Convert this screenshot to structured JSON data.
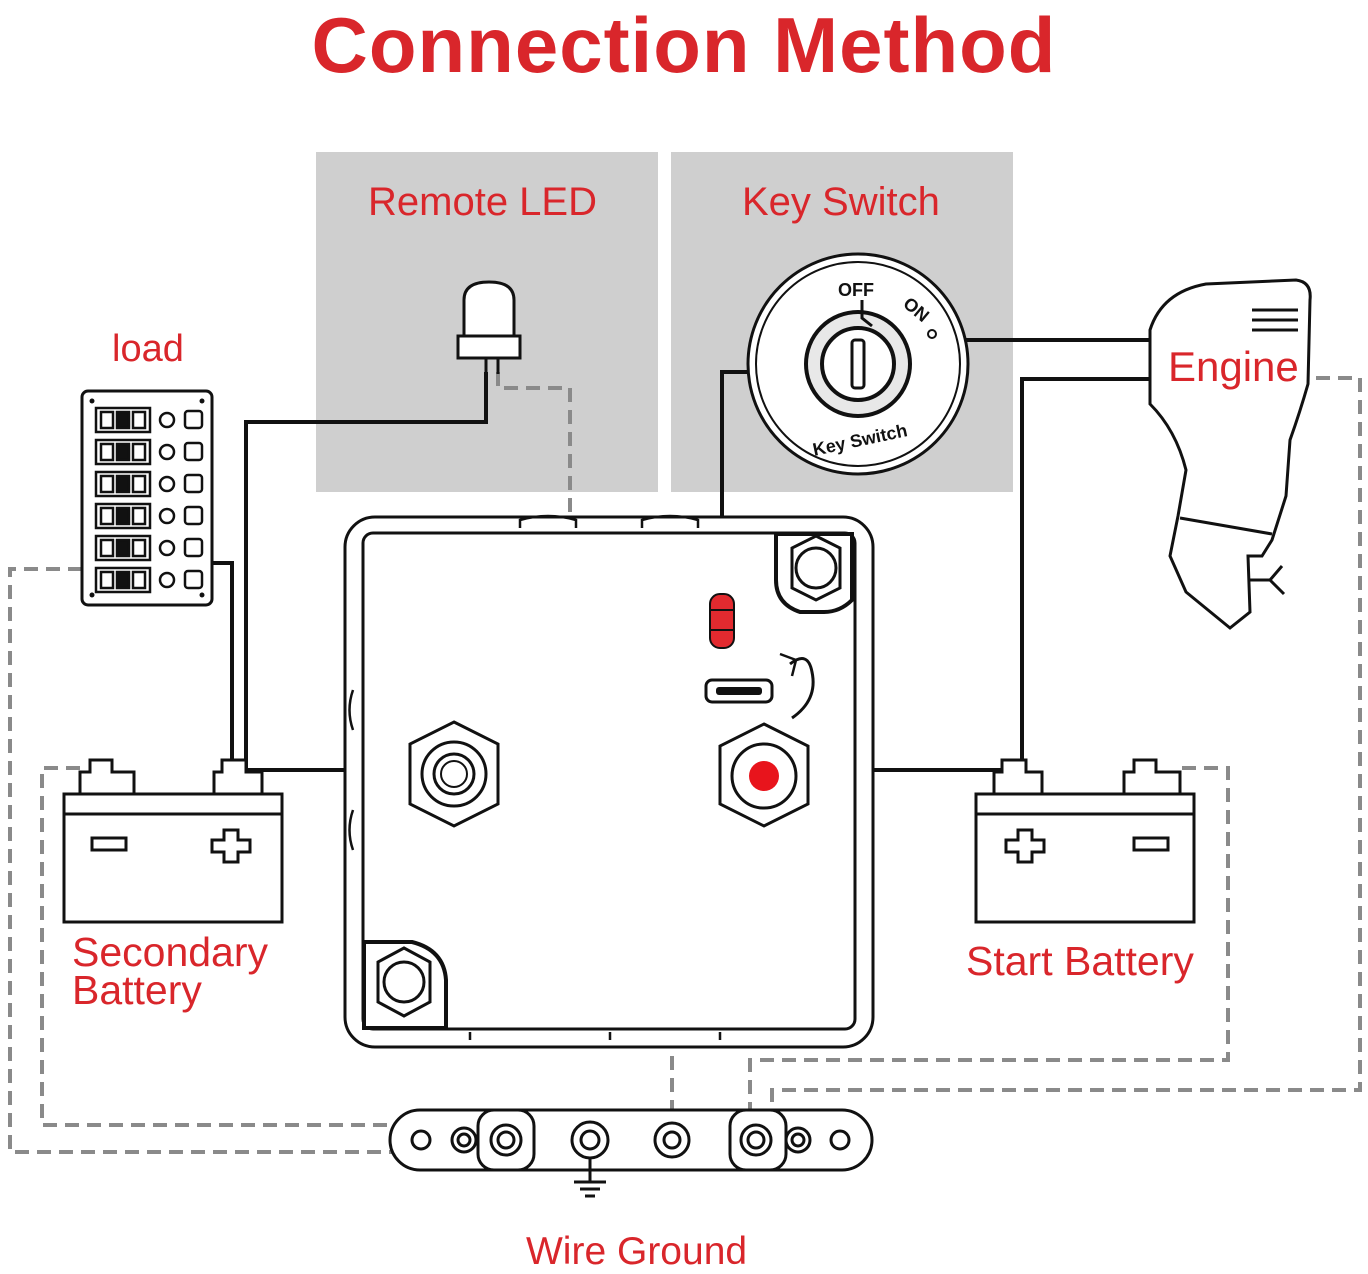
{
  "title": "Connection Method",
  "labels": {
    "remote_led": "Remote LED",
    "key_switch": "Key Switch",
    "load": "load",
    "engine": "Engine",
    "secondary_battery_line1": "Secondary",
    "secondary_battery_line2": "Battery",
    "start_battery": "Start Battery",
    "wire_ground": "Wire Ground"
  },
  "key_switch_face": {
    "off": "OFF",
    "on": "ON",
    "ring_text": "Key Switch"
  },
  "colors": {
    "label_red": "#d9262b",
    "panel_gray": "#cfcfcf",
    "wire": "#111111",
    "ground_wire": "#8a8a8a"
  }
}
